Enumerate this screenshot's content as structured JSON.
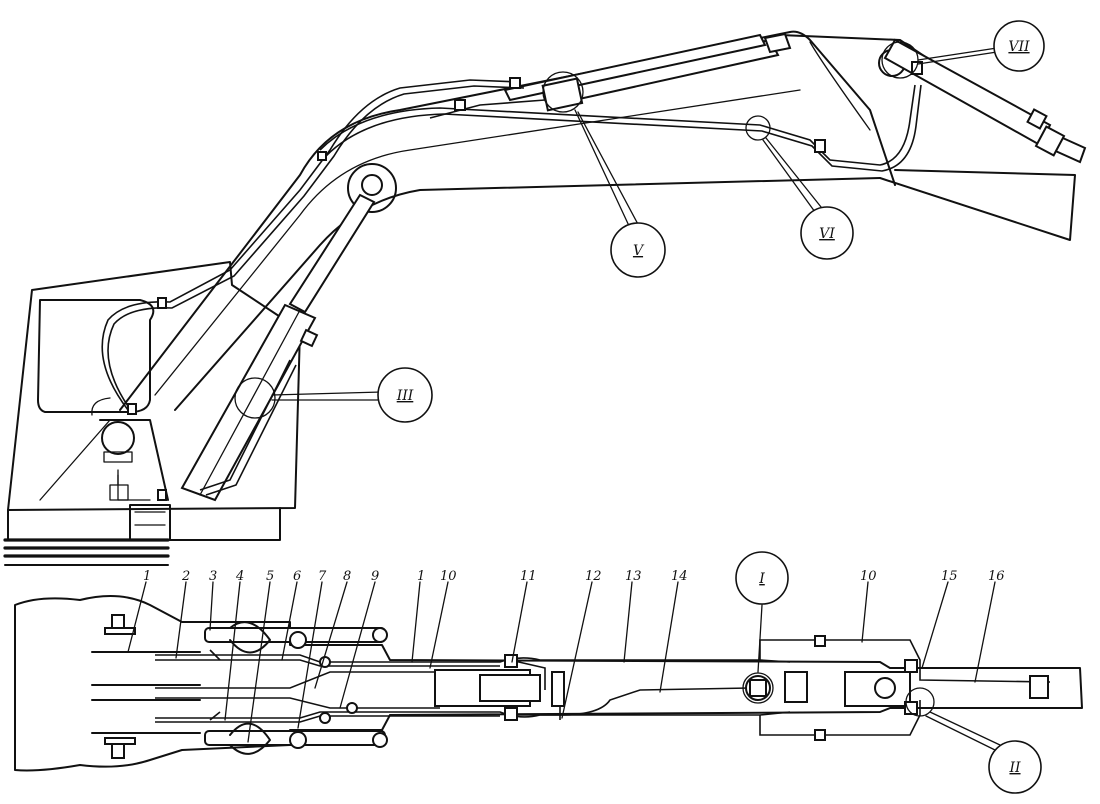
{
  "callouts": [
    {
      "id": "VII",
      "label": "VII"
    },
    {
      "id": "V",
      "label": "V"
    },
    {
      "id": "VI",
      "label": "VI"
    },
    {
      "id": "III",
      "label": "III"
    },
    {
      "id": "I",
      "label": "I"
    },
    {
      "id": "II",
      "label": "II"
    }
  ],
  "part_labels": [
    "1",
    "2",
    "3",
    "4",
    "5",
    "6",
    "7",
    "8",
    "9",
    "1",
    "10",
    "11",
    "12",
    "13",
    "14",
    "10",
    "15",
    "16"
  ]
}
